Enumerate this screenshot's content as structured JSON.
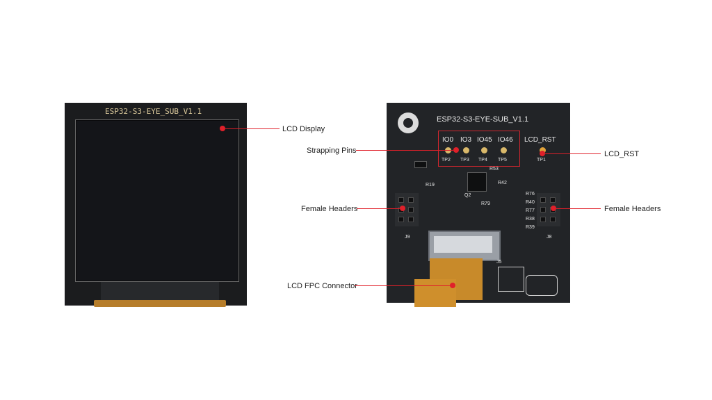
{
  "front": {
    "silk_title": "ESP32-S3-EYE_SUB_V1.1"
  },
  "back": {
    "silk_title": "ESP32-S3-EYE-SUB_V1.1",
    "io_labels": [
      "IO0",
      "IO3",
      "IO45",
      "IO46"
    ],
    "tp_labels": [
      "TP2",
      "TP3",
      "TP4",
      "TP5"
    ],
    "lcd_rst_silk": "LCD_RST",
    "tp1": "TP1",
    "j9": "J9",
    "j8": "J8",
    "j5": "J5",
    "r53": "R53",
    "r42": "R42",
    "r19": "R19",
    "r79": "R79",
    "q2": "Q2",
    "r76": "R76",
    "r40": "R40",
    "r77": "R77",
    "r38": "R38",
    "r39": "R39"
  },
  "callouts": {
    "lcd_display": "LCD Display",
    "strapping_pins": "Strapping Pins",
    "lcd_rst": "LCD_RST",
    "female_headers_left": "Female Headers",
    "female_headers_right": "Female Headers",
    "lcd_fpc_connector": "LCD FPC Connector"
  },
  "colors": {
    "accent": "#e0202a",
    "silkscreen": "#d8c79a",
    "board": "#222427",
    "fpc_cable": "#c88a2a"
  }
}
